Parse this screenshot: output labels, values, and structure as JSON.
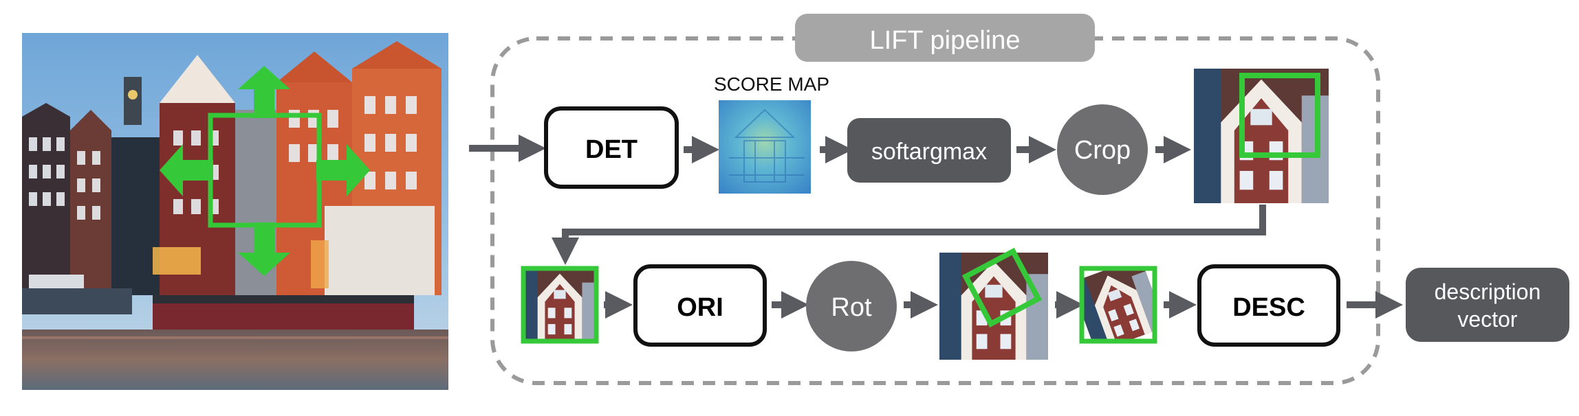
{
  "pipeline": {
    "title": "LIFT pipeline",
    "score_map_label": "SCORE MAP",
    "det_label": "DET",
    "softargmax_label": "softargmax",
    "crop_label": "Crop",
    "ori_label": "ORI",
    "rot_label": "Rot",
    "desc_label": "DESC",
    "output_line1": "description",
    "output_line2": "vector"
  },
  "colors": {
    "accent_green": "#35c93a",
    "dark_box": "#57585c",
    "circle_fill": "#6e6e70",
    "title_fill": "#a6a6a6",
    "dashed_border": "#9a9a9a",
    "arrow": "#5a5b60"
  }
}
